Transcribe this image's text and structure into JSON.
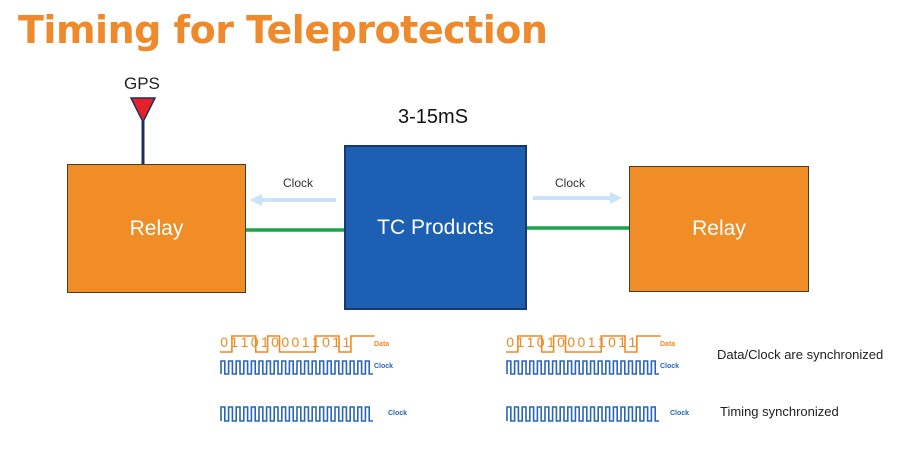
{
  "title": "Timing for Teleprotection",
  "gps_label": "GPS",
  "latency_label": "3-15mS",
  "relay_left_label": "Relay",
  "relay_right_label": "Relay",
  "tc_label": "TC Products",
  "clock_left_label": "Clock",
  "clock_right_label": "Clock",
  "waveforms": {
    "bits": "011010001101 1",
    "bit_list": [
      "0",
      "1",
      "1",
      "0",
      "1",
      "0",
      "0",
      "0",
      "1",
      "1",
      "0",
      "1",
      "1"
    ],
    "data_label": "Data",
    "clock_label": "Clock"
  },
  "captions": {
    "sync": "Data/Clock are synchronized",
    "timing": "Timing synchronized"
  },
  "colors": {
    "title": "#ee8a2c",
    "relay": "#f18d26",
    "tc": "#1d5fb3",
    "link": "#1aa34a",
    "arrow": "#c9e2f7",
    "antenna": "#e8202a",
    "data_wave": "#f08a24",
    "clock_wave": "#2a66b8"
  }
}
